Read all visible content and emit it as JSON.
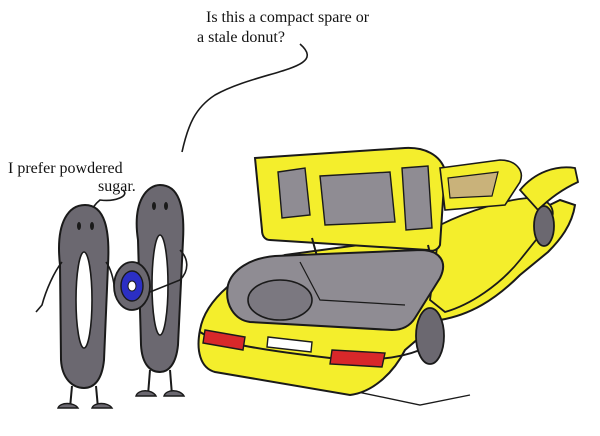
{
  "captions": {
    "car_character": {
      "line1": "Is this a compact spare or",
      "line2": "a stale donut?"
    },
    "left_character": {
      "line1": "I prefer powdered",
      "line2": "sugar."
    }
  },
  "colors": {
    "car_body": "#f4ee2c",
    "car_outline": "#1a1a1a",
    "trunk_interior": "#8f8c93",
    "tire_character": "#6b6870",
    "wheel_hub": "#2b2fc4",
    "tail_light": "#d8282a"
  },
  "icons": [
    "tire-character-icon",
    "spare-wheel-icon",
    "yellow-car-icon"
  ]
}
